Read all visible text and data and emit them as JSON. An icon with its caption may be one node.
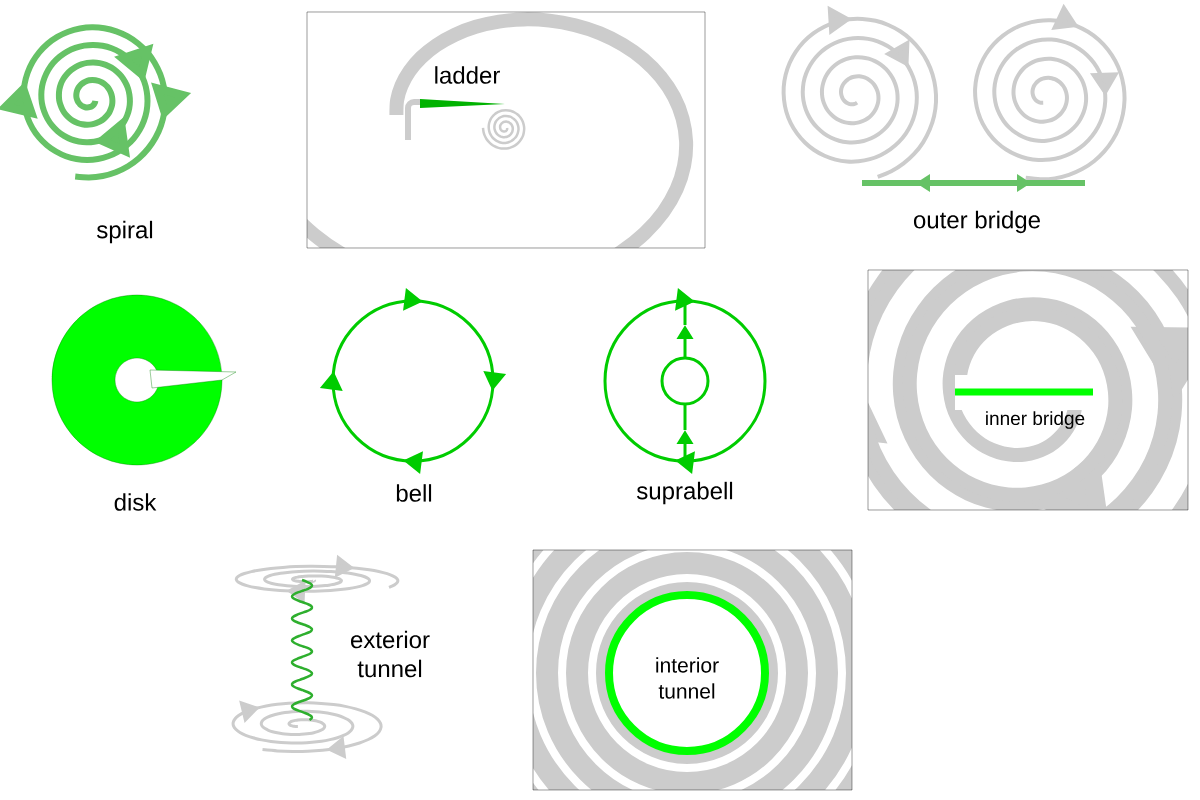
{
  "diagram": {
    "labels": [
      "spiral",
      "ladder",
      "outer bridge",
      "disk",
      "bell",
      "suprabell",
      "inner bridge",
      "exterior tunnel",
      "interior tunnel"
    ]
  }
}
